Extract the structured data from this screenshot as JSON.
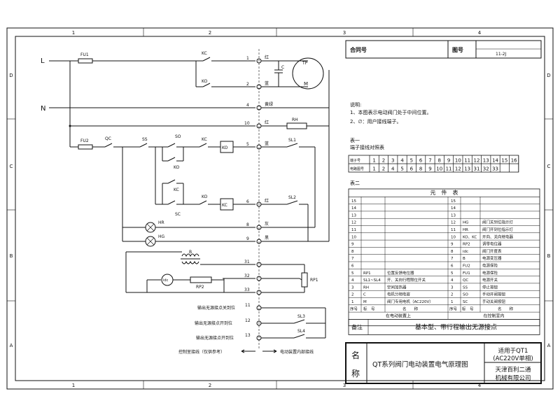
{
  "zones": {
    "cols": [
      "1",
      "2",
      "3",
      "4"
    ],
    "rows": [
      "D",
      "C",
      "B",
      "A"
    ]
  },
  "header": {
    "contract_label": "合同号",
    "drawing_label": "图号",
    "drawing_no": "11-2J"
  },
  "notes": {
    "title": "说明:",
    "line1": "1、本图表示电动阀门处于中间位置。",
    "line2": "2、∅：用户接线端子。"
  },
  "table1": {
    "title": "表一",
    "subtitle": "端子接线对照表",
    "row1_label": "端子号",
    "row1": [
      "1",
      "2",
      "3",
      "4",
      "5",
      "6",
      "7",
      "8",
      "9",
      "10",
      "11",
      "12",
      "13",
      "14",
      "15",
      "16"
    ],
    "row2_label": "电路图号",
    "row2": [
      "1",
      "2",
      "4",
      "5",
      "6",
      "8",
      "9",
      "10",
      "11",
      "12",
      "13",
      "31",
      "32",
      "33",
      "",
      ""
    ]
  },
  "table2": {
    "title": "表二",
    "caption": "元　件　表",
    "left": [
      {
        "n": "15",
        "s": "",
        "name": ""
      },
      {
        "n": "14",
        "s": "",
        "name": ""
      },
      {
        "n": "13",
        "s": "",
        "name": ""
      },
      {
        "n": "12",
        "s": "",
        "name": ""
      },
      {
        "n": "11",
        "s": "",
        "name": ""
      },
      {
        "n": "10",
        "s": "",
        "name": ""
      },
      {
        "n": "9",
        "s": "",
        "name": ""
      },
      {
        "n": "8",
        "s": "",
        "name": ""
      },
      {
        "n": "7",
        "s": "",
        "name": ""
      },
      {
        "n": "6",
        "s": "",
        "name": ""
      },
      {
        "n": "5",
        "s": "RP1",
        "name": "位置反馈电位器"
      },
      {
        "n": "4",
        "s": "SL1~SL4",
        "name": "开、关向行程限位开关"
      },
      {
        "n": "3",
        "s": "RH",
        "name": "空间加热器"
      },
      {
        "n": "2",
        "s": "C",
        "name": "电机分相电容"
      },
      {
        "n": "1",
        "s": "M",
        "name": "阀门专用电机（AC220V）"
      }
    ],
    "right": [
      {
        "n": "15",
        "s": "",
        "name": ""
      },
      {
        "n": "14",
        "s": "",
        "name": ""
      },
      {
        "n": "13",
        "s": "",
        "name": ""
      },
      {
        "n": "12",
        "s": "HG",
        "name": "阀门关到位指示灯"
      },
      {
        "n": "11",
        "s": "HR",
        "name": "阀门开到位指示灯"
      },
      {
        "n": "10",
        "s": "KO、KC",
        "name": "开向、关向继电器"
      },
      {
        "n": "9",
        "s": "RP2",
        "name": "调零电位器"
      },
      {
        "n": "8",
        "s": "idc",
        "name": "阀门开度表"
      },
      {
        "n": "7",
        "s": "B",
        "name": "电源变压器"
      },
      {
        "n": "6",
        "s": "FU2",
        "name": "电源保险"
      },
      {
        "n": "5",
        "s": "FU1",
        "name": "电源保险"
      },
      {
        "n": "4",
        "s": "QC",
        "name": "电源开关"
      },
      {
        "n": "3",
        "s": "SS",
        "name": "停止按钮"
      },
      {
        "n": "2",
        "s": "SO",
        "name": "手动开阀按钮"
      },
      {
        "n": "1",
        "s": "SC",
        "name": "手动关阀按钮"
      }
    ],
    "head_no": "序号",
    "head_sym": "标　号",
    "head_name": "名　　称",
    "group_left": "在电动装置上",
    "group_right": "在控制室内"
  },
  "remark": {
    "label": "备注",
    "text": "基本型、带行程输出无源接点"
  },
  "title_block": {
    "name_char1": "名",
    "name_char2": "称",
    "title": "QT系列阀门电动装置电气原理图",
    "apply1": "适用于QT1",
    "apply2": "(AC220V单相)",
    "company1": "天津百利二通",
    "company2": "机械有限公司"
  },
  "circuit": {
    "L": "L",
    "N": "N",
    "FU1": "FU1",
    "FU2": "FU2",
    "QC": "QC",
    "SS": "SS",
    "SO": "SO",
    "SC": "SC",
    "KC": "KC",
    "KO": "KO",
    "C": "C",
    "TP": "TP",
    "M": "M",
    "RH": "RH",
    "SL1": "SL1",
    "SL2": "SL2",
    "HR": "HR",
    "HG": "HG",
    "B": "B",
    "idc": "idc",
    "RP1": "RP1",
    "RP2": "RP2",
    "SL3": "SL3",
    "SL4": "SL4",
    "terminals": [
      "1",
      "2",
      "4",
      "10",
      "5",
      "6",
      "8",
      "9",
      "31",
      "32",
      "33",
      "11",
      "12",
      "13"
    ],
    "wire_red": "红",
    "wire_blue": "蓝",
    "wire_yg": "黄绿",
    "wire_gray": "灰",
    "wire_black": "黑",
    "out_close": "输出无源接点关到位",
    "out_open_close": "输出无源接点开到位",
    "out_open": "输出无源接点开到位",
    "ctrl_room": "控制室接线（仅供参考）",
    "dev_inner": "电动装置内部接线"
  }
}
